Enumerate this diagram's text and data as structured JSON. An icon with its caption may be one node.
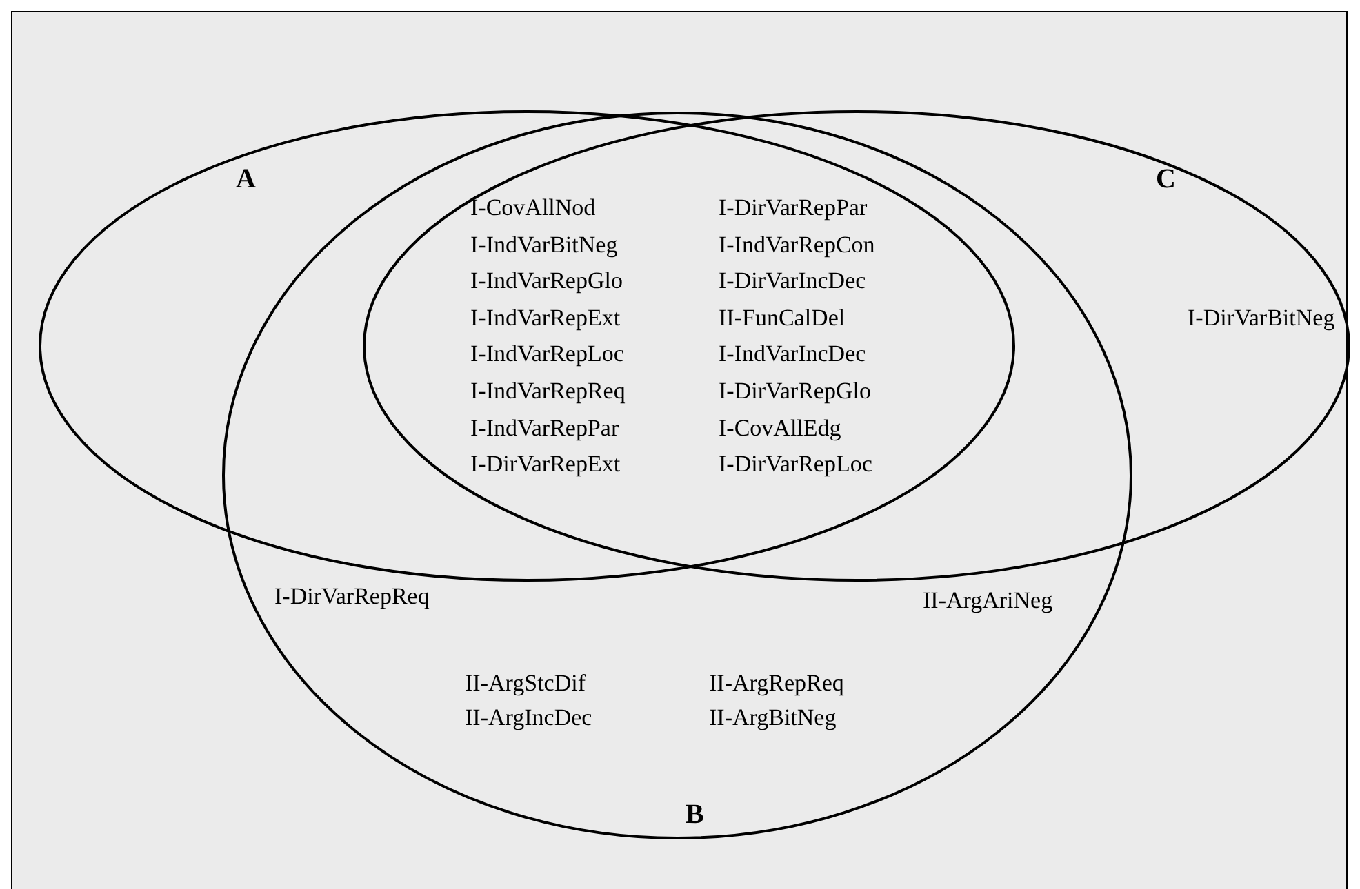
{
  "diagram": {
    "nodes": [
      {
        "text": [
          "A"
        ]
      },
      {
        "text": [
          "B"
        ]
      },
      {
        "text": [
          "C"
        ]
      }
    ],
    "labels": [
      "I-CovAllNod",
      "I-DirVarRepPar",
      "I-IndVarBitNeg",
      "I-IndVarRepCon",
      "I-IndVarRepGlo",
      "I-DirVarIncDec",
      "I-IndVarRepExt",
      "II-FunCalDel",
      "I-IndVarRepLoc",
      "I-IndVarIncDec",
      "I-IndVarRepReq",
      "I-DirVarRepGlo",
      "I-IndVarRepPar",
      "I-CovAllEdg",
      "I-DirVarRepExt",
      "I-DirVarRepLoc",
      "I-DirVarBitNeg",
      "I-DirVarRepReq",
      "II-ArgAriNeg",
      "II-ArgStcDif",
      "II-ArgRepReq",
      "II-ArgIncDec",
      "II-ArgBitNeg"
    ]
  }
}
